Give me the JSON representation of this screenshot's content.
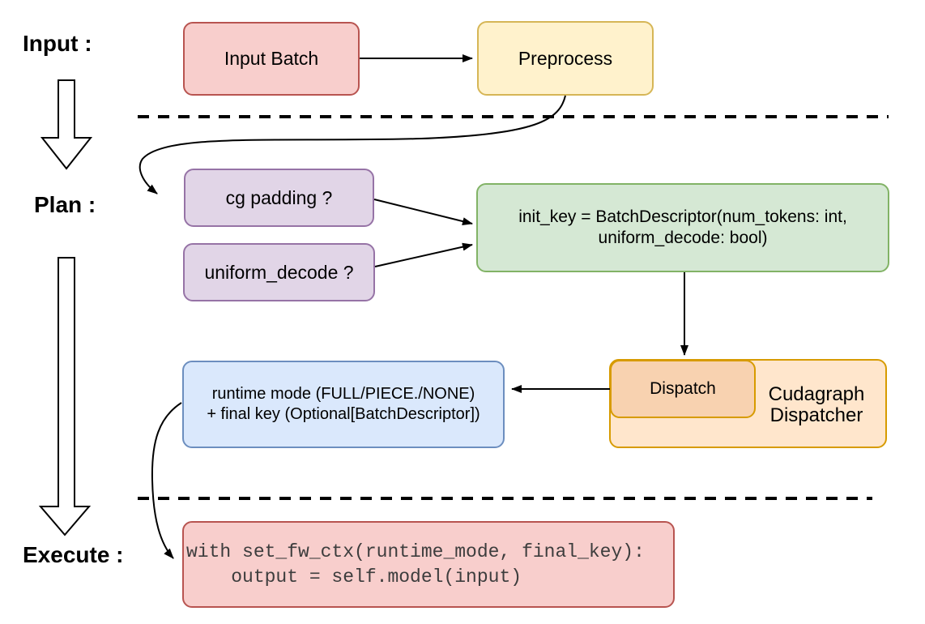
{
  "labels": {
    "input": "Input :",
    "plan": "Plan :",
    "execute": "Execute :"
  },
  "nodes": {
    "input_batch": {
      "text": "Input Batch",
      "fill": "#f8cecc",
      "stroke": "#b85450"
    },
    "preprocess": {
      "text": "Preprocess",
      "fill": "#fff2cc",
      "stroke": "#d6b656"
    },
    "cg_padding": {
      "text": "cg padding ?",
      "fill": "#e1d5e7",
      "stroke": "#9673a6"
    },
    "uniform_decode": {
      "text": "uniform_decode ?",
      "fill": "#e1d5e7",
      "stroke": "#9673a6"
    },
    "init_key": {
      "line1": "init_key = BatchDescriptor(num_tokens: int,",
      "line2": "uniform_decode: bool)",
      "fill": "#d5e8d4",
      "stroke": "#82b366"
    },
    "dispatch": {
      "text": "Dispatch",
      "fill": "#f8d2b0",
      "stroke": "#d79b00"
    },
    "cudagraph_dispatcher": {
      "line1": "Cudagraph",
      "line2": "Dispatcher",
      "fill": "#ffe6cc",
      "stroke": "#d79b00"
    },
    "runtime_mode": {
      "line1": "runtime mode (FULL/PIECE./NONE)",
      "line2": "+ final key (Optional[BatchDescriptor])",
      "fill": "#dae8fc",
      "stroke": "#6c8ebf"
    },
    "execute_code": {
      "line1": "with set_fw_ctx(runtime_mode, final_key):",
      "line2": "    output = self.model(input)",
      "fill": "#f8cecc",
      "stroke": "#b85450"
    }
  },
  "colors": {
    "connector": "#000000",
    "divider": "#000000",
    "label_text": "#000000",
    "code_text": "#3d3d3d",
    "background": "#ffffff"
  }
}
